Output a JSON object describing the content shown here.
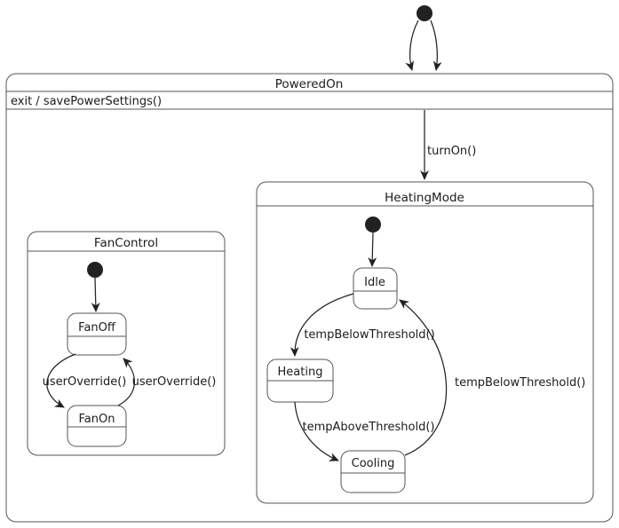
{
  "colors": {
    "background": "#ffffff",
    "state_fill": "#ffffff",
    "border": "#555555",
    "edge": "#222222",
    "text": "#1b1b1b"
  },
  "diagram": {
    "outer_state": {
      "title": "PoweredOn",
      "internal_action": "exit / savePowerSettings()"
    },
    "composites": {
      "fan_control": {
        "title": "FanControl"
      },
      "heating_mode": {
        "title": "HeatingMode"
      }
    },
    "states": {
      "idle": "Idle",
      "heating": "Heating",
      "cooling": "Cooling",
      "fan_off": "FanOff",
      "fan_on": "FanOn"
    },
    "transition_labels": {
      "turn_on": "turnOn()",
      "idle_to_heating": "tempBelowThreshold()",
      "heating_to_cooling": "tempAboveThreshold()",
      "cooling_to_idle": "tempBelowThreshold()",
      "fan_off_to_fan_on": "userOverride()",
      "fan_on_to_fan_off": "userOverride()"
    }
  }
}
